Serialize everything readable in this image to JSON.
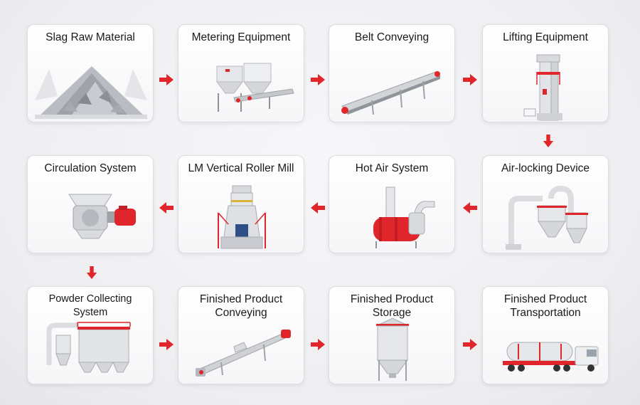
{
  "steps": [
    {
      "label": "Slag Raw Material",
      "icon": "slag-pile-icon"
    },
    {
      "label": "Metering Equipment",
      "icon": "hopper-metering-icon"
    },
    {
      "label": "Belt Conveying",
      "icon": "belt-conveyor-icon"
    },
    {
      "label": "Lifting Equipment",
      "icon": "bucket-elevator-icon"
    },
    {
      "label": "Air-locking Device",
      "icon": "air-lock-cyclone-icon"
    },
    {
      "label": "Hot Air System",
      "icon": "hot-air-furnace-icon"
    },
    {
      "label": "LM Vertical Roller Mill",
      "icon": "vertical-roller-mill-icon"
    },
    {
      "label": "Circulation System",
      "icon": "rotary-valve-icon"
    },
    {
      "label": "Powder Collecting System",
      "icon": "dust-collector-icon"
    },
    {
      "label": "Finished Product Conveying",
      "icon": "screw-conveyor-icon"
    },
    {
      "label": "Finished Product Storage",
      "icon": "storage-silo-icon"
    },
    {
      "label": "Finished Product Transportation",
      "icon": "tanker-truck-icon"
    }
  ],
  "colors": {
    "accent": "#e0262b",
    "metal": "#cfd2d8"
  }
}
